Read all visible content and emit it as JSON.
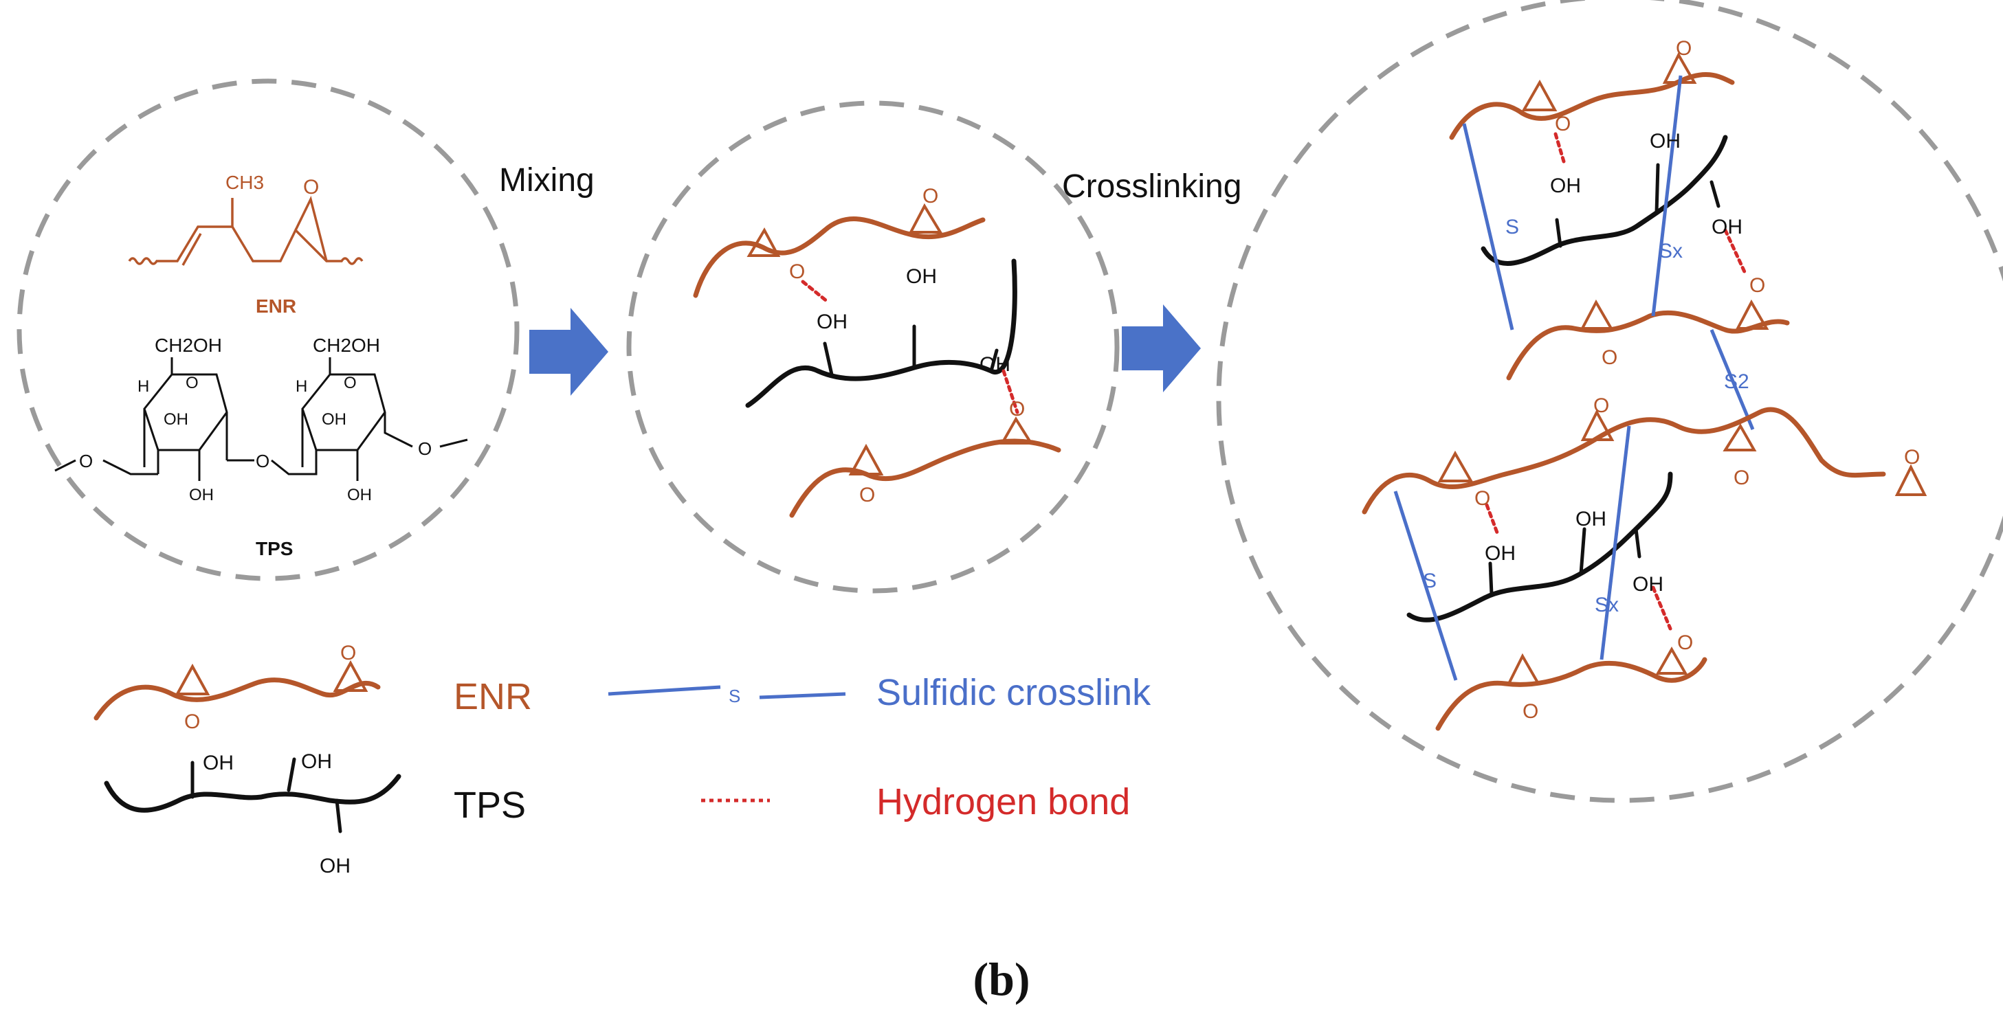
{
  "colors": {
    "enr": "#b5562a",
    "tps": "#111111",
    "crosslink": "#4a6fc9",
    "hbond": "#d42a2a",
    "circle": "#9a9a9a",
    "arrow": "#4a72c8"
  },
  "steps": {
    "mixing": "Mixing",
    "crosslinking": "Crosslinking"
  },
  "structures": {
    "enr_name": "ENR",
    "tps_name": "TPS",
    "ch3": "CH3",
    "o": "O",
    "ch2oh": "CH2OH",
    "oh": "OH",
    "h": "H"
  },
  "network": {
    "oh": "OH",
    "o": "O",
    "s": "S",
    "sx": "Sx",
    "s2": "S2"
  },
  "legend": {
    "enr_label": "ENR",
    "tps_label": "TPS",
    "sulfidic_label": "Sulfidic crosslink",
    "hbond_label": "Hydrogen bond",
    "s_mark": "S",
    "oh": "OH"
  },
  "caption": "(b)"
}
